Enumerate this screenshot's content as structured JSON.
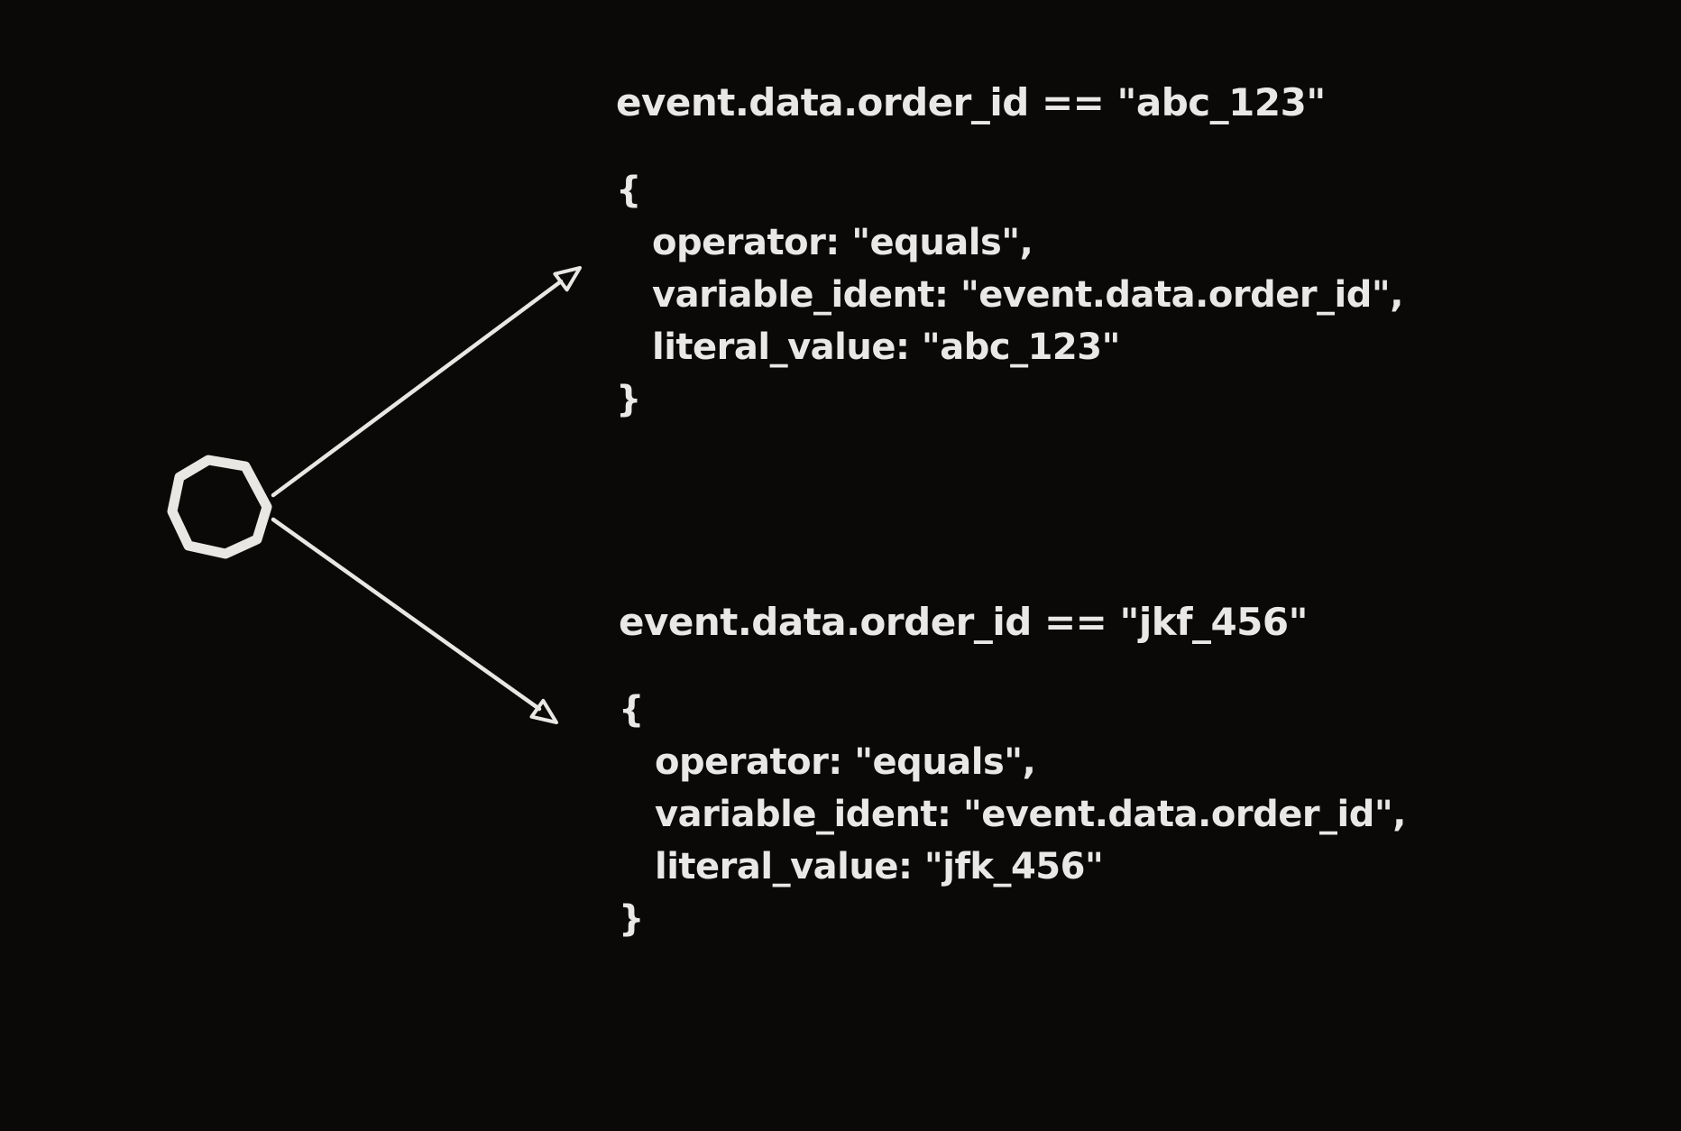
{
  "canvas": {
    "background_color": "#0a0908",
    "stroke_color": "#e8e7e4",
    "text_color": "#e9e8e6",
    "style": "hand-drawn whiteboard sketch"
  },
  "shapes": {
    "node": "circle-node",
    "connectors": [
      "arrow-to-first-branch",
      "arrow-to-second-branch"
    ],
    "arrowhead_style": "open-triangle"
  },
  "branches": [
    {
      "title": "event.data.order_id == \"abc_123\"",
      "code_lines": [
        "{",
        "operator: \"equals\",",
        "variable_ident: \"event.data.order_id\",",
        "literal_value: \"abc_123\"",
        "}"
      ]
    },
    {
      "title": "event.data.order_id == \"jkf_456\"",
      "code_lines": [
        "{",
        "operator: \"equals\",",
        "variable_ident: \"event.data.order_id\",",
        "literal_value: \"jfk_456\"",
        "}"
      ]
    }
  ]
}
